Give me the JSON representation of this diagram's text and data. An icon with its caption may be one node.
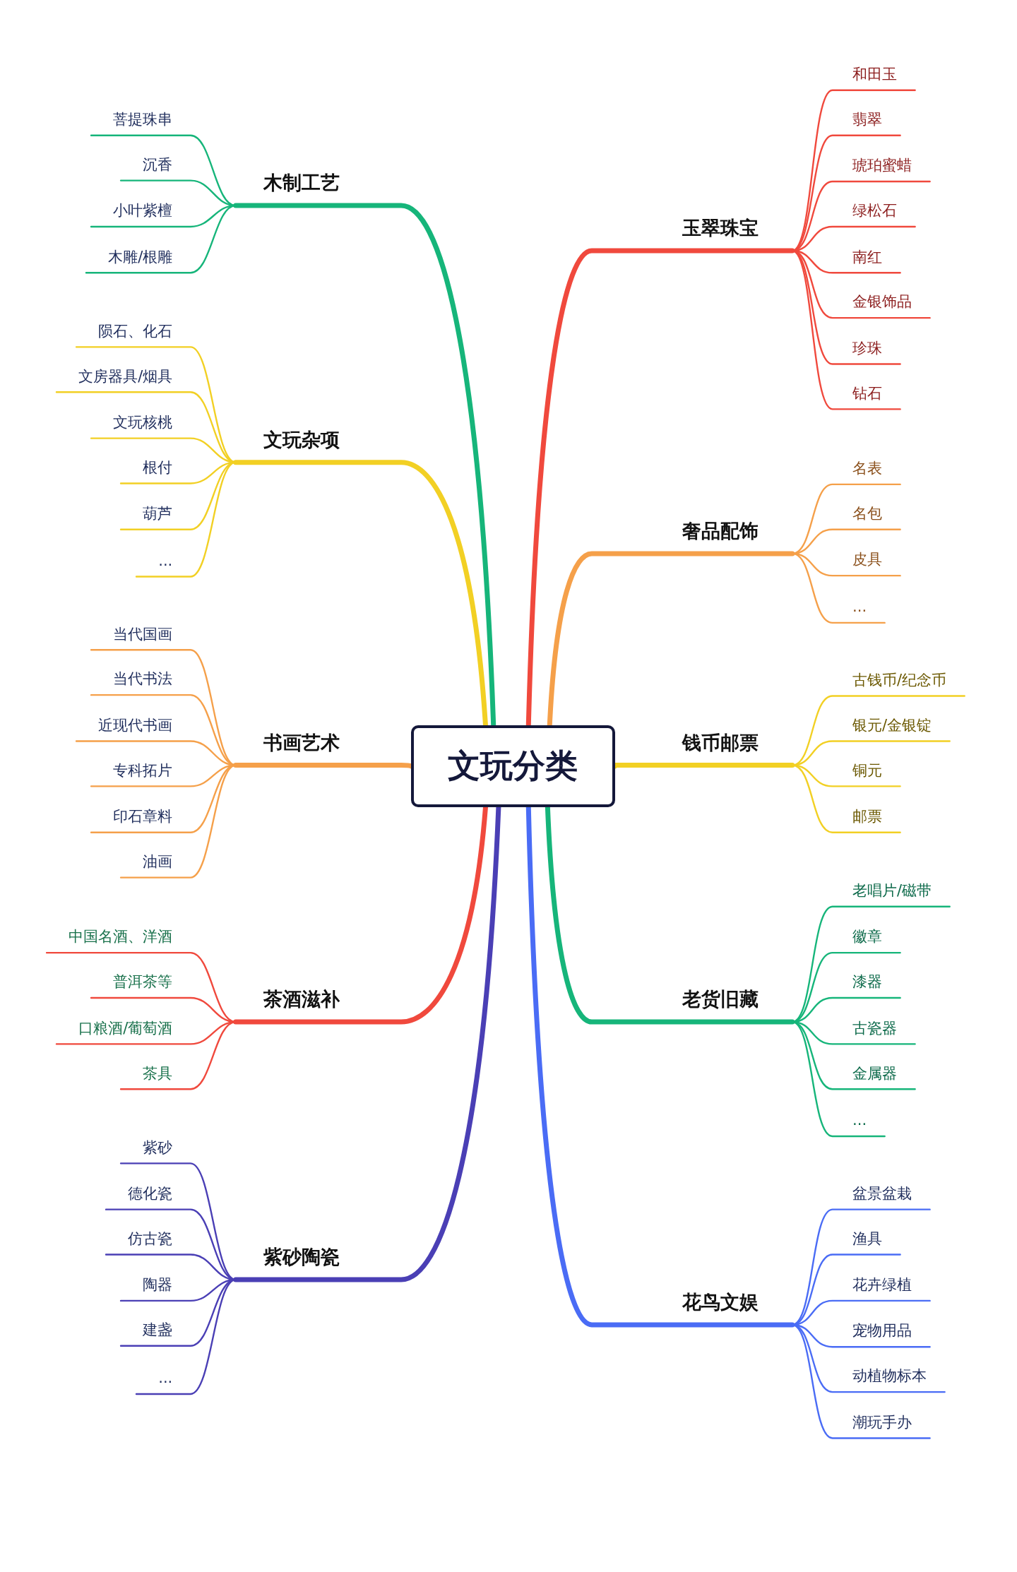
{
  "diagram": {
    "nodes": [
      {
        "text": [
          "文玩分类"
        ]
      },
      {
        "text": [
          "木制工艺"
        ]
      },
      {
        "text": [
          "菩提珠串"
        ]
      },
      {
        "text": [
          "沉香"
        ]
      },
      {
        "text": [
          "小叶紫檀"
        ]
      },
      {
        "text": [
          "木雕/根雕"
        ]
      },
      {
        "text": [
          "文玩杂项"
        ]
      },
      {
        "text": [
          "陨石、化石"
        ]
      },
      {
        "text": [
          "文房器具/烟具"
        ]
      },
      {
        "text": [
          "文玩核桃"
        ]
      },
      {
        "text": [
          "根付"
        ]
      },
      {
        "text": [
          "葫芦"
        ]
      },
      {
        "text": [
          "..."
        ]
      },
      {
        "text": [
          "书画艺术"
        ]
      },
      {
        "text": [
          "当代国画"
        ]
      },
      {
        "text": [
          "当代书法"
        ]
      },
      {
        "text": [
          "近现代书画"
        ]
      },
      {
        "text": [
          "专科拓片"
        ]
      },
      {
        "text": [
          "印石章料"
        ]
      },
      {
        "text": [
          "油画"
        ]
      },
      {
        "text": [
          "茶酒滋补"
        ]
      },
      {
        "text": [
          "中国名酒、洋酒"
        ]
      },
      {
        "text": [
          "普洱茶等"
        ]
      },
      {
        "text": [
          "口粮酒/葡萄酒"
        ]
      },
      {
        "text": [
          "茶具"
        ]
      },
      {
        "text": [
          "紫砂陶瓷"
        ]
      },
      {
        "text": [
          "紫砂"
        ]
      },
      {
        "text": [
          "德化瓷"
        ]
      },
      {
        "text": [
          "仿古瓷"
        ]
      },
      {
        "text": [
          "陶器"
        ]
      },
      {
        "text": [
          "建盏"
        ]
      },
      {
        "text": [
          "..."
        ]
      },
      {
        "text": [
          "玉翠珠宝"
        ]
      },
      {
        "text": [
          "和田玉"
        ]
      },
      {
        "text": [
          "翡翠"
        ]
      },
      {
        "text": [
          "琥珀蜜蜡"
        ]
      },
      {
        "text": [
          "绿松石"
        ]
      },
      {
        "text": [
          "南红"
        ]
      },
      {
        "text": [
          "金银饰品"
        ]
      },
      {
        "text": [
          "珍珠"
        ]
      },
      {
        "text": [
          "钻石"
        ]
      },
      {
        "text": [
          "奢品配饰"
        ]
      },
      {
        "text": [
          "名表"
        ]
      },
      {
        "text": [
          "名包"
        ]
      },
      {
        "text": [
          "皮具"
        ]
      },
      {
        "text": [
          "..."
        ]
      },
      {
        "text": [
          "钱币邮票"
        ]
      },
      {
        "text": [
          "古钱币/纪念币"
        ]
      },
      {
        "text": [
          "银元/金银锭"
        ]
      },
      {
        "text": [
          "铜元"
        ]
      },
      {
        "text": [
          "邮票"
        ]
      },
      {
        "text": [
          "老货旧藏"
        ]
      },
      {
        "text": [
          "老唱片/磁带"
        ]
      },
      {
        "text": [
          "徽章"
        ]
      },
      {
        "text": [
          "漆器"
        ]
      },
      {
        "text": [
          "古瓷器"
        ]
      },
      {
        "text": [
          "金属器"
        ]
      },
      {
        "text": [
          "..."
        ]
      },
      {
        "text": [
          "花鸟文娱"
        ]
      },
      {
        "text": [
          "盆景盆栽"
        ]
      },
      {
        "text": [
          "渔具"
        ]
      },
      {
        "text": [
          "花卉绿植"
        ]
      },
      {
        "text": [
          "宠物用品"
        ]
      },
      {
        "text": [
          "动植物标本"
        ]
      },
      {
        "text": [
          "潮玩手办"
        ]
      }
    ],
    "edges": [
      {
        "from": 0,
        "to": 1,
        "arrow": "none",
        "style": "thick",
        "color": "#16b57a"
      },
      {
        "from": 1,
        "to": 2,
        "arrow": "none",
        "color": "#16b57a"
      },
      {
        "from": 1,
        "to": 3,
        "arrow": "none",
        "color": "#16b57a"
      },
      {
        "from": 1,
        "to": 4,
        "arrow": "none",
        "color": "#16b57a"
      },
      {
        "from": 1,
        "to": 5,
        "arrow": "none",
        "color": "#16b57a"
      },
      {
        "from": 0,
        "to": 6,
        "arrow": "none",
        "style": "thick",
        "color": "#f2d024"
      },
      {
        "from": 6,
        "to": 7,
        "arrow": "none",
        "color": "#f2d024"
      },
      {
        "from": 6,
        "to": 8,
        "arrow": "none",
        "color": "#f2d024"
      },
      {
        "from": 6,
        "to": 9,
        "arrow": "none",
        "color": "#f2d024"
      },
      {
        "from": 6,
        "to": 10,
        "arrow": "none",
        "color": "#f2d024"
      },
      {
        "from": 6,
        "to": 11,
        "arrow": "none",
        "color": "#f2d024"
      },
      {
        "from": 6,
        "to": 12,
        "arrow": "none",
        "color": "#f2d024"
      },
      {
        "from": 0,
        "to": 13,
        "arrow": "none",
        "style": "thick",
        "color": "#f5a04a"
      },
      {
        "from": 13,
        "to": 14,
        "arrow": "none",
        "color": "#f5a04a"
      },
      {
        "from": 13,
        "to": 15,
        "arrow": "none",
        "color": "#f5a04a"
      },
      {
        "from": 13,
        "to": 16,
        "arrow": "none",
        "color": "#f5a04a"
      },
      {
        "from": 13,
        "to": 17,
        "arrow": "none",
        "color": "#f5a04a"
      },
      {
        "from": 13,
        "to": 18,
        "arrow": "none",
        "color": "#f5a04a"
      },
      {
        "from": 13,
        "to": 19,
        "arrow": "none",
        "color": "#f5a04a"
      },
      {
        "from": 0,
        "to": 20,
        "arrow": "none",
        "style": "thick",
        "color": "#f0493d"
      },
      {
        "from": 20,
        "to": 21,
        "arrow": "none",
        "color": "#f0493d"
      },
      {
        "from": 20,
        "to": 22,
        "arrow": "none",
        "color": "#f0493d"
      },
      {
        "from": 20,
        "to": 23,
        "arrow": "none",
        "color": "#f0493d"
      },
      {
        "from": 20,
        "to": 24,
        "arrow": "none",
        "color": "#f0493d"
      },
      {
        "from": 0,
        "to": 25,
        "arrow": "none",
        "style": "thick",
        "color": "#4a3fb5"
      },
      {
        "from": 25,
        "to": 26,
        "arrow": "none",
        "color": "#4a3fb5"
      },
      {
        "from": 25,
        "to": 27,
        "arrow": "none",
        "color": "#4a3fb5"
      },
      {
        "from": 25,
        "to": 28,
        "arrow": "none",
        "color": "#4a3fb5"
      },
      {
        "from": 25,
        "to": 29,
        "arrow": "none",
        "color": "#4a3fb5"
      },
      {
        "from": 25,
        "to": 30,
        "arrow": "none",
        "color": "#4a3fb5"
      },
      {
        "from": 25,
        "to": 31,
        "arrow": "none",
        "color": "#4a3fb5"
      },
      {
        "from": 0,
        "to": 32,
        "arrow": "none",
        "style": "thick",
        "color": "#f0493d"
      },
      {
        "from": 32,
        "to": 33,
        "arrow": "none",
        "color": "#f0493d"
      },
      {
        "from": 32,
        "to": 34,
        "arrow": "none",
        "color": "#f0493d"
      },
      {
        "from": 32,
        "to": 35,
        "arrow": "none",
        "color": "#f0493d"
      },
      {
        "from": 32,
        "to": 36,
        "arrow": "none",
        "color": "#f0493d"
      },
      {
        "from": 32,
        "to": 37,
        "arrow": "none",
        "color": "#f0493d"
      },
      {
        "from": 32,
        "to": 38,
        "arrow": "none",
        "color": "#f0493d"
      },
      {
        "from": 32,
        "to": 39,
        "arrow": "none",
        "color": "#f0493d"
      },
      {
        "from": 32,
        "to": 40,
        "arrow": "none",
        "color": "#f0493d"
      },
      {
        "from": 0,
        "to": 41,
        "arrow": "none",
        "style": "thick",
        "color": "#f5a04a"
      },
      {
        "from": 41,
        "to": 42,
        "arrow": "none",
        "color": "#f5a04a"
      },
      {
        "from": 41,
        "to": 43,
        "arrow": "none",
        "color": "#f5a04a"
      },
      {
        "from": 41,
        "to": 44,
        "arrow": "none",
        "color": "#f5a04a"
      },
      {
        "from": 41,
        "to": 45,
        "arrow": "none",
        "color": "#f5a04a"
      },
      {
        "from": 0,
        "to": 46,
        "arrow": "none",
        "style": "thick",
        "color": "#f2d024"
      },
      {
        "from": 46,
        "to": 47,
        "arrow": "none",
        "color": "#f2d024"
      },
      {
        "from": 46,
        "to": 48,
        "arrow": "none",
        "color": "#f2d024"
      },
      {
        "from": 46,
        "to": 49,
        "arrow": "none",
        "color": "#f2d024"
      },
      {
        "from": 46,
        "to": 50,
        "arrow": "none",
        "color": "#f2d024"
      },
      {
        "from": 0,
        "to": 51,
        "arrow": "none",
        "style": "thick",
        "color": "#16b57a"
      },
      {
        "from": 51,
        "to": 52,
        "arrow": "none",
        "color": "#16b57a"
      },
      {
        "from": 51,
        "to": 53,
        "arrow": "none",
        "color": "#16b57a"
      },
      {
        "from": 51,
        "to": 54,
        "arrow": "none",
        "color": "#16b57a"
      },
      {
        "from": 51,
        "to": 55,
        "arrow": "none",
        "color": "#16b57a"
      },
      {
        "from": 51,
        "to": 56,
        "arrow": "none",
        "color": "#16b57a"
      },
      {
        "from": 51,
        "to": 57,
        "arrow": "none",
        "color": "#16b57a"
      },
      {
        "from": 0,
        "to": 58,
        "arrow": "none",
        "style": "thick",
        "color": "#4a6cf5"
      },
      {
        "from": 58,
        "to": 59,
        "arrow": "none",
        "color": "#4a6cf5"
      },
      {
        "from": 58,
        "to": 60,
        "arrow": "none",
        "color": "#4a6cf5"
      },
      {
        "from": 58,
        "to": 61,
        "arrow": "none",
        "color": "#4a6cf5"
      },
      {
        "from": 58,
        "to": 62,
        "arrow": "none",
        "color": "#4a6cf5"
      },
      {
        "from": 58,
        "to": 63,
        "arrow": "none",
        "color": "#4a6cf5"
      },
      {
        "from": 58,
        "to": 64,
        "arrow": "none",
        "color": "#4a6cf5"
      }
    ]
  }
}
